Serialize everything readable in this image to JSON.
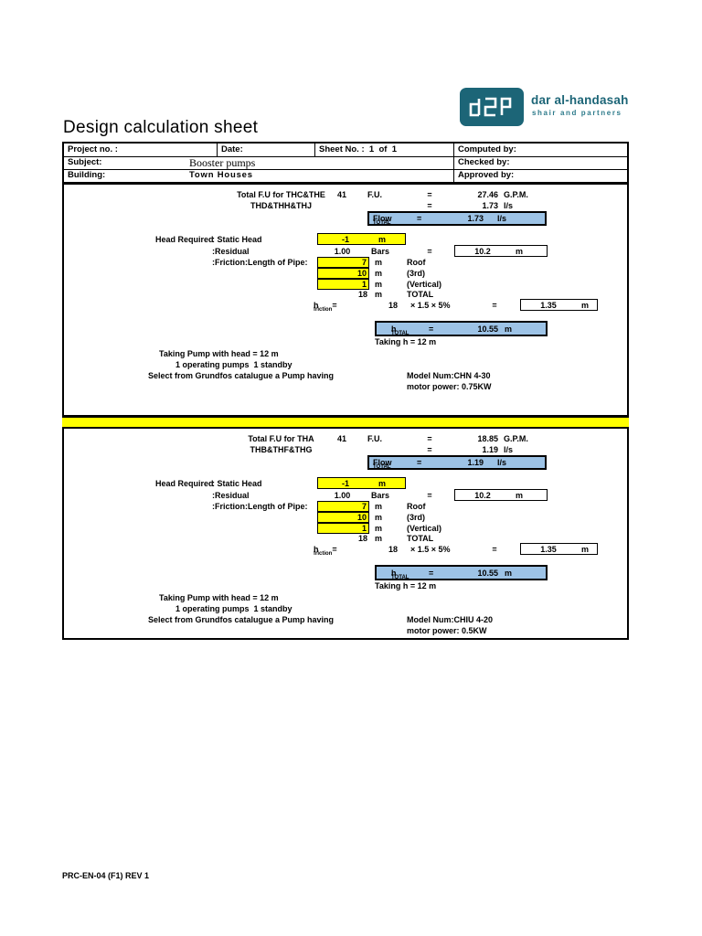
{
  "page": {
    "title": "Design calculation sheet",
    "footer": "PRC-EN-04 (F1) REV 1"
  },
  "logo": {
    "name": "dar al-handasah",
    "tagline": "shair and partners"
  },
  "colors": {
    "teal": "#1C6577",
    "yellow": "#FFFF00",
    "blue": "#9DC3E6"
  },
  "header": {
    "project_label": "Project no. :",
    "date_label": "Date:",
    "sheet_label": "Sheet No. :  1  of  1",
    "computed_label": "Computed by:",
    "subject_label": "Subject:",
    "subject_value": "Booster pumps",
    "checked_label": "Checked by:",
    "building_label": "Building:",
    "building_value": "Town Houses",
    "approved_label": "Approved by:"
  },
  "blocks": [
    {
      "total_label_line1": "Total F.U for THC&THE",
      "total_label_line2": "THD&THH&THJ",
      "fu_value": "41",
      "fu_unit": "F.U.",
      "eq1": "=",
      "gpm_value": "27.46",
      "gpm_unit": "G.P.M.",
      "eq2": "=",
      "ls_value": "1.73",
      "ls_unit": "l/s",
      "flow": {
        "label": "Flow",
        "sub": "TOTAL",
        "eq": "=",
        "value": "1.73",
        "unit": "l/s"
      },
      "head": {
        "label": "Head Required",
        "static_label": ": Static Head",
        "static_value": "-1",
        "static_unit": "m",
        "residual_label": ":Residual",
        "residual_value": "1.00",
        "residual_unit": "Bars",
        "residual_eq": "=",
        "residual_head": "10.2",
        "residual_head_unit": "m",
        "friction_label": ":Friction:Length of Pipe:",
        "pipes": [
          {
            "value": "7",
            "unit": "m",
            "desc": "Roof"
          },
          {
            "value": "10",
            "unit": "m",
            "desc": "(3rd)"
          },
          {
            "value": "1",
            "unit": "m",
            "desc": "(Vertical)"
          }
        ],
        "total_value": "18",
        "total_unit": "m",
        "total_desc": "TOTAL",
        "hfriction": {
          "label": "h",
          "sub": "friction",
          "eq": "=",
          "length": "18",
          "formula": "× 1.5 × 5%",
          "eq2": "=",
          "value": "1.35",
          "unit": "m"
        },
        "htotal": {
          "label": "h",
          "sub": "TOTAL",
          "eq": "=",
          "value": "10.55",
          "unit": "m"
        },
        "taking": "Taking h = 12 m"
      },
      "pump": {
        "taking": "Taking Pump with head = 12 m",
        "operating": "1 operating pumps  1 standby",
        "select": "Select from Grundfos catalugue a Pump having",
        "model": "Model Num:CHN 4-30",
        "power": "motor power: 0.75KW"
      }
    },
    {
      "total_label_line1": "Total F.U for THA",
      "total_label_line2": "THB&THF&THG",
      "fu_value": "41",
      "fu_unit": "F.U.",
      "eq1": "=",
      "gpm_value": "18.85",
      "gpm_unit": "G.P.M.",
      "eq2": "=",
      "ls_value": "1.19",
      "ls_unit": "l/s",
      "flow": {
        "label": "Flow",
        "sub": "TOTAL",
        "eq": "=",
        "value": "1.19",
        "unit": "l/s"
      },
      "head": {
        "label": "Head Required",
        "static_label": ": Static Head",
        "static_value": "-1",
        "static_unit": "m",
        "residual_label": ":Residual",
        "residual_value": "1.00",
        "residual_unit": "Bars",
        "residual_eq": "=",
        "residual_head": "10.2",
        "residual_head_unit": "m",
        "friction_label": ":Friction:Length of Pipe:",
        "pipes": [
          {
            "value": "7",
            "unit": "m",
            "desc": "Roof"
          },
          {
            "value": "10",
            "unit": "m",
            "desc": "(3rd)"
          },
          {
            "value": "1",
            "unit": "m",
            "desc": "(Vertical)"
          }
        ],
        "total_value": "18",
        "total_unit": "m",
        "total_desc": "TOTAL",
        "hfriction": {
          "label": "h",
          "sub": "friction",
          "eq": "=",
          "length": "18",
          "formula": "× 1.5 × 5%",
          "eq2": "=",
          "value": "1.35",
          "unit": "m"
        },
        "htotal": {
          "label": "h",
          "sub": "TOTAL",
          "eq": "=",
          "value": "10.55",
          "unit": "m"
        },
        "taking": "Taking h = 12 m"
      },
      "pump": {
        "taking": "Taking Pump with head = 12 m",
        "operating": "1 operating pumps  1 standby",
        "select": "Select from Grundfos catalugue a Pump having",
        "model": "Model Num:CHIU 4-20",
        "power": "motor power: 0.5KW"
      }
    }
  ]
}
